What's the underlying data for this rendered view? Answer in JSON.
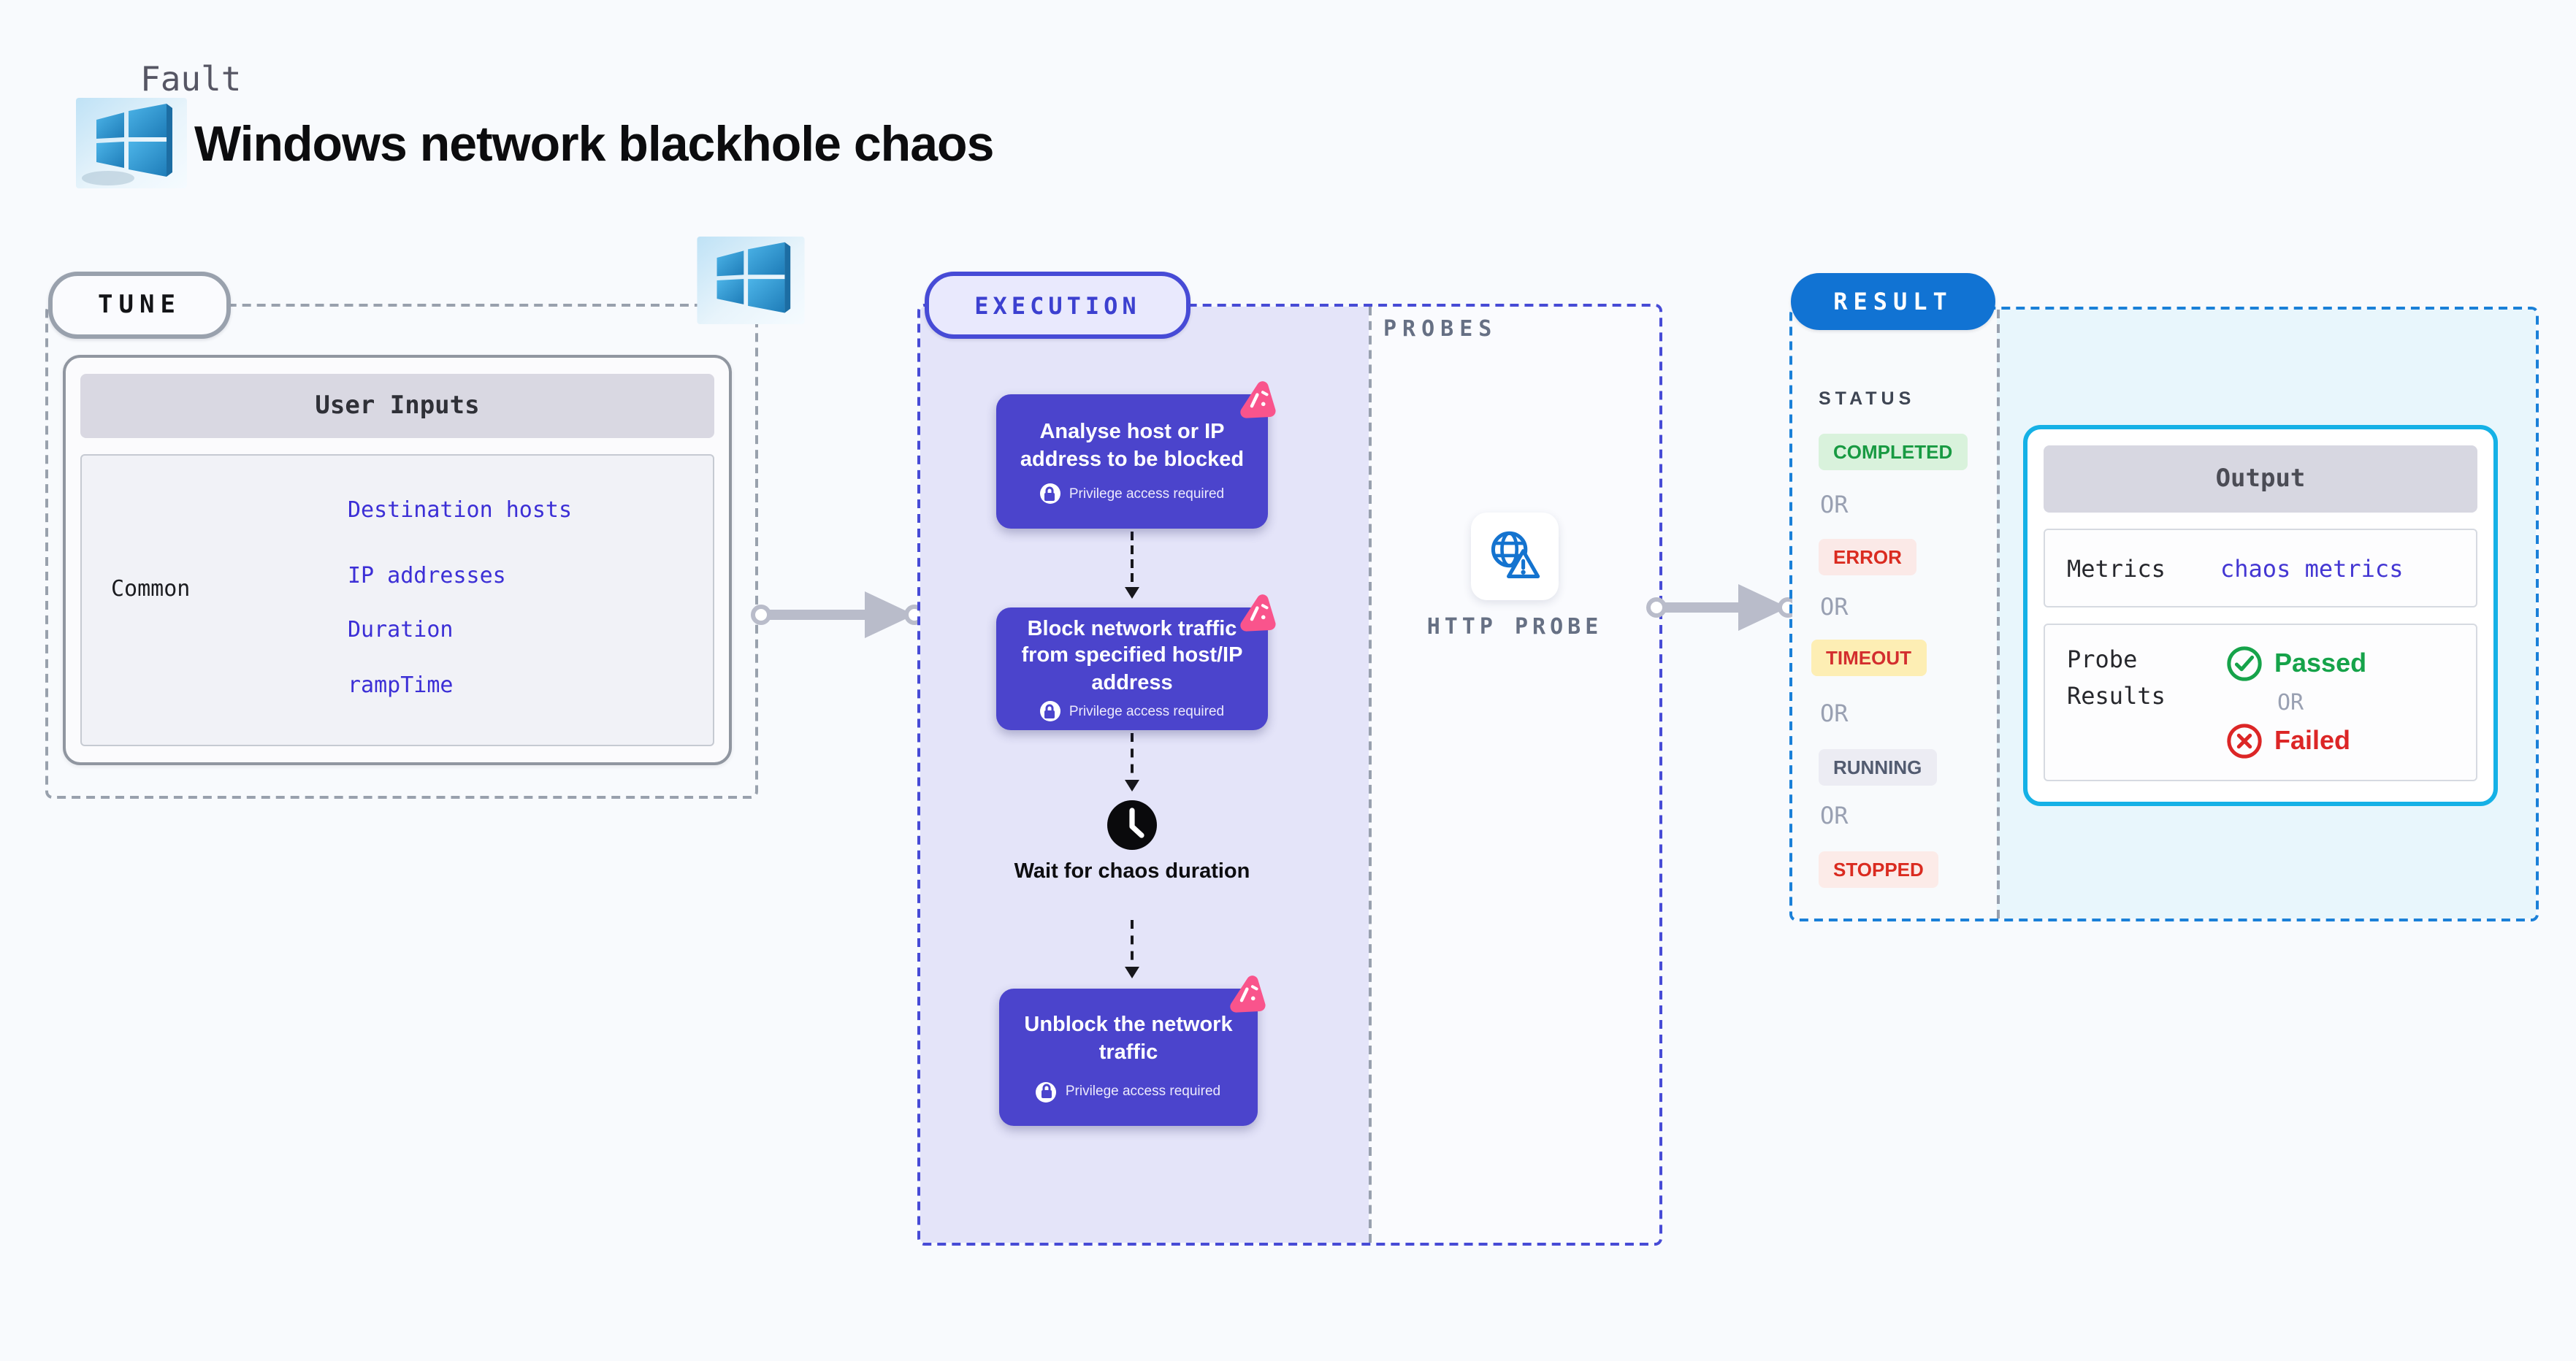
{
  "header": {
    "eyebrow": "Fault",
    "title": "Windows network blackhole chaos"
  },
  "tune": {
    "badge": "TUNE",
    "table": {
      "title": "User Inputs",
      "row_label": "Common",
      "links": [
        "Destination hosts",
        "IP addresses",
        "Duration",
        "rampTime"
      ]
    }
  },
  "execution": {
    "badge": "EXECUTION",
    "privilege_label": "Privilege access required",
    "nodes": [
      {
        "title": "Analyse host or IP address to be blocked"
      },
      {
        "title": "Block network traffic from specified host/IP address"
      },
      {
        "title": "Unblock the network traffic"
      }
    ],
    "wait_label": "Wait for chaos duration",
    "probes": {
      "label": "PROBES",
      "probe_name": "HTTP PROBE"
    }
  },
  "result": {
    "badge": "RESULT",
    "status_heading": "STATUS",
    "or_label": "OR",
    "statuses": [
      {
        "label": "COMPLETED",
        "type": "completed"
      },
      {
        "label": "ERROR",
        "type": "error"
      },
      {
        "label": "TIMEOUT",
        "type": "timeout"
      },
      {
        "label": "RUNNING",
        "type": "running"
      },
      {
        "label": "STOPPED",
        "type": "stopped"
      }
    ],
    "output": {
      "title": "Output",
      "metrics_label": "Metrics",
      "metrics_link": "chaos metrics",
      "probe_results_label": "Probe Results",
      "passed_label": "Passed",
      "failed_label": "Failed"
    }
  },
  "colors": {
    "node_indigo": "#4b44cc",
    "chaos_pink": "#f9548c",
    "exec_border": "#474bd6",
    "result_blue": "#1173d3",
    "result_border": "#1a80d8",
    "output_border": "#15b1e6",
    "link_indigo": "#3c2fd6",
    "passed_green": "#16a34a",
    "failed_red": "#dc2626",
    "timeout_bg": "#fdeeb4",
    "page_bg": "#f8fafd"
  }
}
